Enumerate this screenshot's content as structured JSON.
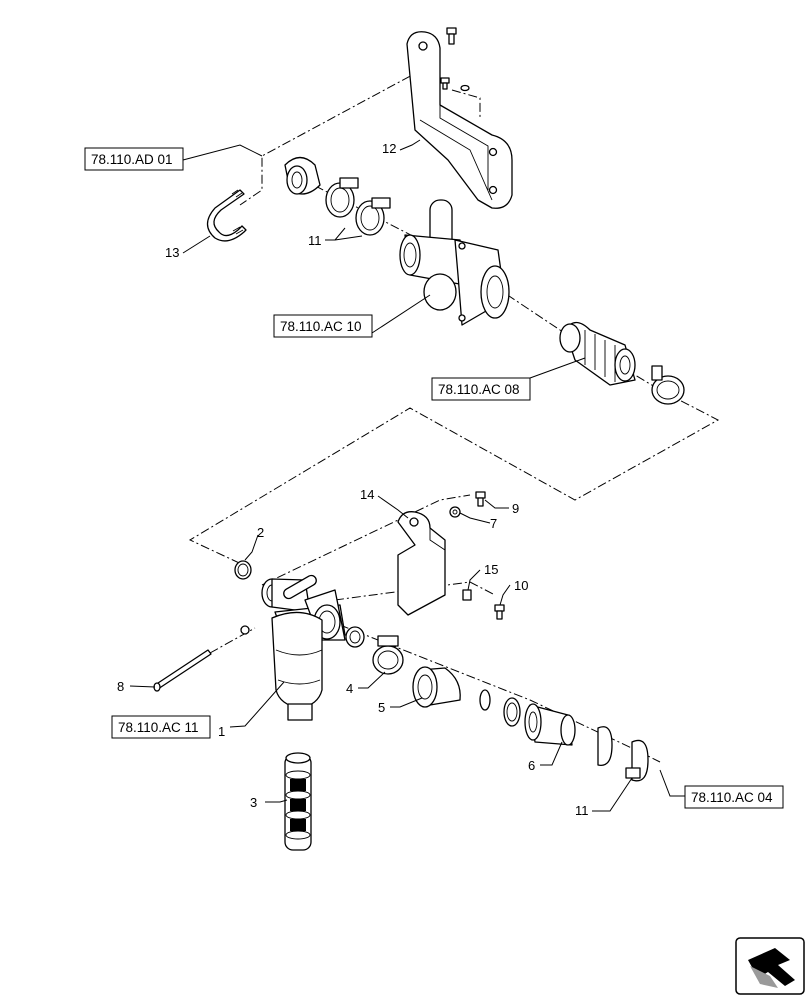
{
  "callouts": {
    "c1": "1",
    "c2": "2",
    "c3": "3",
    "c4": "4",
    "c5": "5",
    "c6": "6",
    "c7": "7",
    "c8": "8",
    "c9": "9",
    "c10": "10",
    "c11_top": "11",
    "c11_bottom": "11",
    "c12": "12",
    "c13": "13",
    "c14": "14",
    "c15": "15"
  },
  "references": {
    "ad01": "78.110.AD 01",
    "ac10": "78.110.AC 10",
    "ac08": "78.110.AC 08",
    "ac11": "78.110.AC 11",
    "ac04": "78.110.AC 04"
  },
  "icons": {
    "orientation": "orientation-arrow-icon"
  }
}
